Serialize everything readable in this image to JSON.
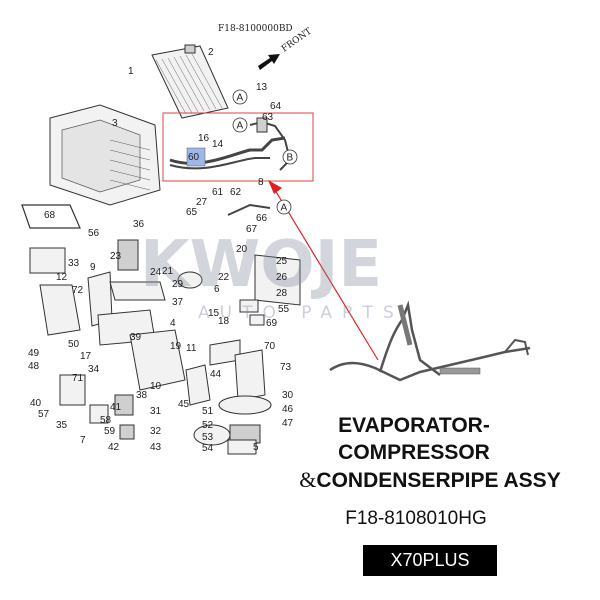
{
  "diagram": {
    "code": "F18-8100000BD",
    "front_label": "FRONT",
    "callouts": [
      "1",
      "2",
      "3",
      "4",
      "5",
      "6",
      "7",
      "8",
      "9",
      "10",
      "11",
      "12",
      "13",
      "14",
      "15",
      "16",
      "17",
      "18",
      "19",
      "20",
      "21",
      "22",
      "23",
      "24",
      "25",
      "26",
      "27",
      "28",
      "29",
      "30",
      "31",
      "32",
      "33",
      "34",
      "35",
      "36",
      "37",
      "38",
      "39",
      "40",
      "41",
      "42",
      "43",
      "44",
      "45",
      "46",
      "47",
      "48",
      "49",
      "50",
      "51",
      "52",
      "53",
      "54",
      "55",
      "56",
      "57",
      "58",
      "59",
      "60",
      "61",
      "62",
      "63",
      "64",
      "65",
      "66",
      "67",
      "68",
      "69",
      "70",
      "71",
      "72",
      "73"
    ],
    "markers": [
      "A",
      "A",
      "B",
      "A"
    ]
  },
  "watermark": {
    "brand": "KWOJE",
    "sub": "AUTO PARTS"
  },
  "product": {
    "title_line1": "EVAPORATOR-",
    "title_line2": "COMPRESSOR",
    "title_line3_symbol": "&",
    "title_line3": "CONDENSERPIPE ASSY",
    "part_number": "F18-8108010HG",
    "model": "X70PLUS"
  },
  "colors": {
    "highlight_box": "#e04040",
    "arrow": "#e02020",
    "selected_part": "#9fb7e6",
    "model_badge_bg": "#000000"
  }
}
